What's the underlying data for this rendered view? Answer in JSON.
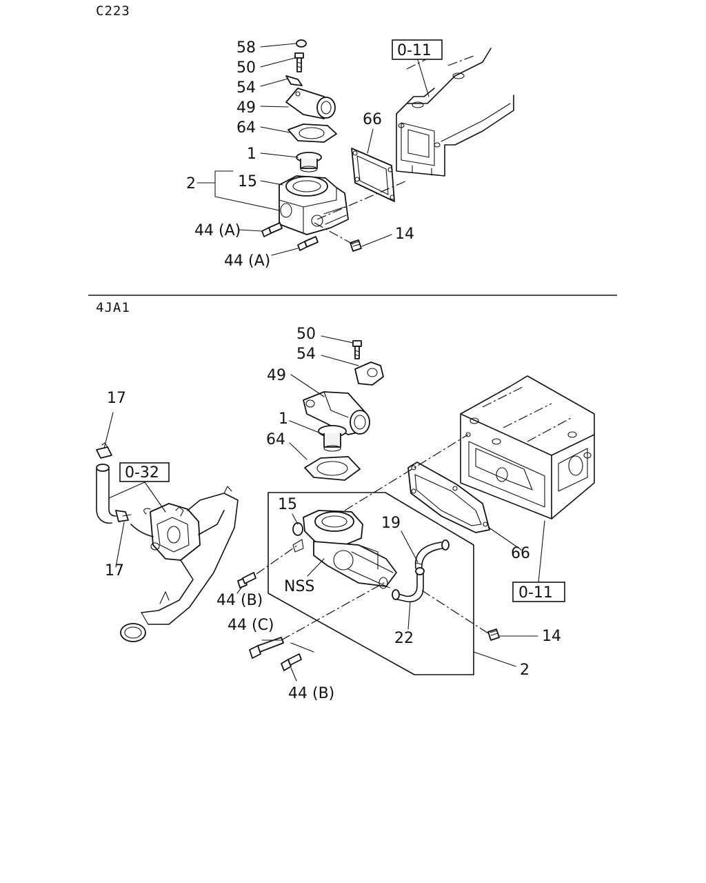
{
  "sections": {
    "top_code": "C223",
    "bottom_code": "4JA1"
  },
  "top_labels": {
    "l58": "58",
    "l50": "50",
    "l54": "54",
    "l49": "49",
    "l64": "64",
    "l1": "1",
    "l15": "15",
    "l2": "2",
    "l66": "66",
    "l44a_1": "44 (A)",
    "l44a_2": "44 (A)",
    "l14": "14",
    "ref_011": "0-11"
  },
  "bottom_labels": {
    "l50": "50",
    "l54": "54",
    "l49": "49",
    "l1": "1",
    "l64": "64",
    "l17_top": "17",
    "l17_bottom": "17",
    "l15": "15",
    "l19": "19",
    "l66": "66",
    "lnss": "NSS",
    "l44b_1": "44 (B)",
    "l44c": "44 (C)",
    "l44b_2": "44 (B)",
    "l22": "22",
    "l14": "14",
    "l2": "2",
    "ref_032": "0-32",
    "ref_011": "0-11"
  }
}
